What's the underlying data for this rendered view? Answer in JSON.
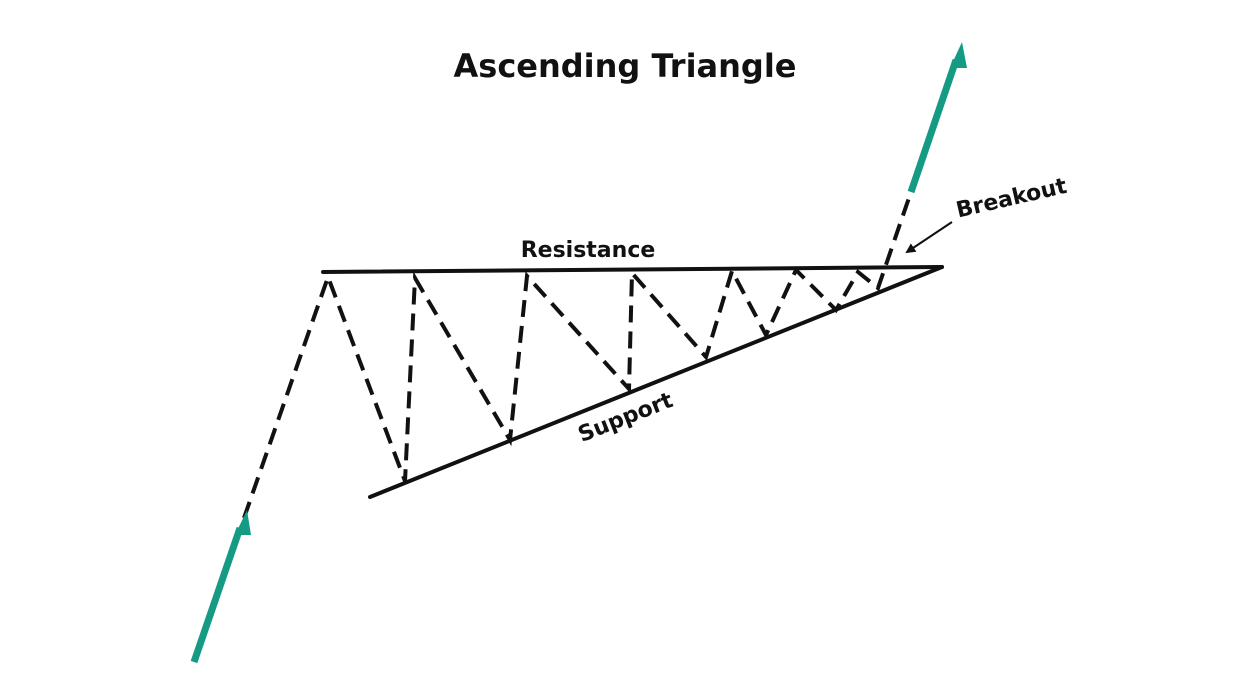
{
  "diagram": {
    "title": "Ascending Triangle",
    "labels": {
      "resistance": "Resistance",
      "support": "Support",
      "breakout": "Breakout"
    },
    "colors": {
      "arrow": "#159b84",
      "line": "#111111",
      "background": "#ffffff"
    },
    "icons": {
      "trend_arrow": "arrow-up-right-icon",
      "pointer": "arrow-pointer-icon"
    }
  }
}
